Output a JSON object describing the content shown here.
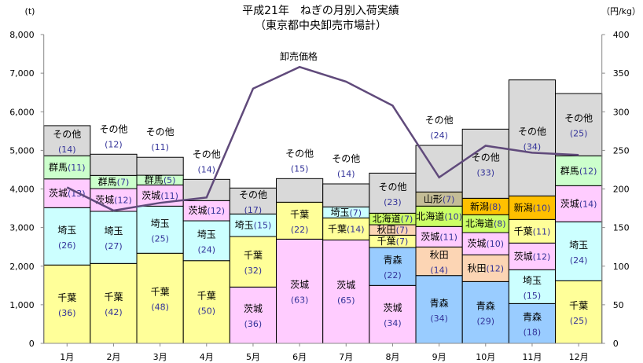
{
  "chart_data": {
    "type": "bar",
    "title": "平成21年　ねぎの月別入荷実績",
    "subtitle": "（東京都中央卸売市場計）",
    "ylabel": "(t)",
    "y2label": "（円/kg）",
    "ylim": [
      0,
      8000
    ],
    "y2lim": [
      0,
      400
    ],
    "yticks": [
      "0",
      "1,000",
      "2,000",
      "3,000",
      "4,000",
      "5,000",
      "6,000",
      "7,000",
      "8,000"
    ],
    "y2ticks": [
      "0",
      "50",
      "100",
      "150",
      "200",
      "250",
      "300",
      "350",
      "400"
    ],
    "categories": [
      "1月",
      "2月",
      "3月",
      "4月",
      "5月",
      "6月",
      "7月",
      "8月",
      "9月",
      "10月",
      "11月",
      "12月"
    ],
    "colors": {
      "千葉": "#FFFF99",
      "埼玉": "#CCFFFF",
      "茨城": "#FFCCFF",
      "群馬": "#CCFFCC",
      "その他": "#D9D9D9",
      "青森": "#99CCFF",
      "秋田": "#FCD5B4",
      "北海道": "#CCFF66",
      "山形": "#C4BD97",
      "新潟": "#FFC000",
      "line": "#604A7B"
    },
    "bars": [
      [
        {
          "n": "千葉",
          "v": 2030,
          "pct": "(36)",
          "s": "stack"
        },
        {
          "n": "埼玉",
          "v": 1485,
          "pct": "(26)",
          "s": "stack"
        },
        {
          "n": "茨城",
          "v": 745,
          "pct": "(13)",
          "s": "inline"
        },
        {
          "n": "群馬",
          "v": 600,
          "pct": "(11)",
          "s": "inline"
        },
        {
          "n": "その他",
          "v": 780,
          "pct": "(14)",
          "s": "stack"
        }
      ],
      [
        {
          "n": "千葉",
          "v": 2070,
          "pct": "(42)",
          "s": "stack"
        },
        {
          "n": "埼玉",
          "v": 1350,
          "pct": "(27)",
          "s": "stack"
        },
        {
          "n": "茨城",
          "v": 590,
          "pct": "(12)",
          "s": "inline"
        },
        {
          "n": "群馬",
          "v": 340,
          "pct": "(7)",
          "s": "inline"
        },
        {
          "n": "その他",
          "v": 550,
          "pct": "(12)",
          "s": "above"
        }
      ],
      [
        {
          "n": "千葉",
          "v": 2335,
          "pct": "(48)",
          "s": "stack"
        },
        {
          "n": "埼玉",
          "v": 1220,
          "pct": "(25)",
          "s": "stack"
        },
        {
          "n": "茨城",
          "v": 550,
          "pct": "(11)",
          "s": "inline"
        },
        {
          "n": "群馬",
          "v": 250,
          "pct": "(5)",
          "s": "inline"
        },
        {
          "n": "その他",
          "v": 465,
          "pct": "(11)",
          "s": "above"
        }
      ],
      [
        {
          "n": "千葉",
          "v": 2143,
          "pct": "(50)",
          "s": "stack"
        },
        {
          "n": "埼玉",
          "v": 1032,
          "pct": "(24)",
          "s": "stack"
        },
        {
          "n": "茨城",
          "v": 523,
          "pct": "(12)",
          "s": "inline"
        },
        {
          "n": "その他",
          "v": 550,
          "pct": "(14)",
          "s": "above"
        }
      ],
      [
        {
          "n": "茨城",
          "v": 1459,
          "pct": "(36)",
          "s": "stack"
        },
        {
          "n": "千葉",
          "v": 1309,
          "pct": "(32)",
          "s": "stack"
        },
        {
          "n": "埼玉",
          "v": 584,
          "pct": "(15)",
          "s": "inline"
        },
        {
          "n": "その他",
          "v": 672,
          "pct": "(17)",
          "s": "stack"
        }
      ],
      [
        {
          "n": "茨城",
          "v": 2700,
          "pct": "(63)",
          "s": "stack"
        },
        {
          "n": "千葉",
          "v": 957,
          "pct": "(22)",
          "s": "stack"
        },
        {
          "n": "その他",
          "v": 611,
          "pct": "(15)",
          "s": "above"
        }
      ],
      [
        {
          "n": "茨城",
          "v": 2680,
          "pct": "(65)",
          "s": "stack"
        },
        {
          "n": "千葉",
          "v": 570,
          "pct": "(14)",
          "s": "inline"
        },
        {
          "n": "埼玉",
          "v": 285,
          "pct": "(7)",
          "s": "inline"
        },
        {
          "n": "その他",
          "v": 597,
          "pct": "(14)",
          "s": "above"
        }
      ],
      [
        {
          "n": "茨城",
          "v": 1500,
          "pct": "(34)",
          "s": "stack"
        },
        {
          "n": "青森",
          "v": 983,
          "pct": "(22)",
          "s": "stack"
        },
        {
          "n": "千葉",
          "v": 319,
          "pct": "(7)",
          "s": "inline"
        },
        {
          "n": "秋田",
          "v": 271,
          "pct": "(7)",
          "s": "inline"
        },
        {
          "n": "北海道",
          "v": 299,
          "pct": "(7)",
          "s": "inline"
        },
        {
          "n": "その他",
          "v": 1038,
          "pct": "(23)",
          "s": "stack"
        }
      ],
      [
        {
          "n": "青森",
          "v": 1757,
          "pct": "(34)",
          "s": "stack"
        },
        {
          "n": "秋田",
          "v": 740,
          "pct": "(14)",
          "s": "stack"
        },
        {
          "n": "茨城",
          "v": 530,
          "pct": "(11)",
          "s": "inline"
        },
        {
          "n": "北海道",
          "v": 529,
          "pct": "(10)",
          "s": "inline"
        },
        {
          "n": "山形",
          "v": 366,
          "pct": "(7)",
          "s": "inline"
        },
        {
          "n": "その他",
          "v": 1207,
          "pct": "(24)",
          "s": "above"
        }
      ],
      [
        {
          "n": "青森",
          "v": 1601,
          "pct": "(29)",
          "s": "stack"
        },
        {
          "n": "秋田",
          "v": 692,
          "pct": "(12)",
          "s": "inline"
        },
        {
          "n": "茨城",
          "v": 577,
          "pct": "(10)",
          "s": "inline"
        },
        {
          "n": "北海道",
          "v": 462,
          "pct": "(8)",
          "s": "inline"
        },
        {
          "n": "新潟",
          "v": 427,
          "pct": "(8)",
          "s": "inline"
        },
        {
          "n": "その他",
          "v": 1791,
          "pct": "(33)",
          "s": "stack"
        }
      ],
      [
        {
          "n": "青森",
          "v": 1031,
          "pct": "(18)",
          "s": "stack"
        },
        {
          "n": "埼玉",
          "v": 876,
          "pct": "(15)",
          "s": "stack"
        },
        {
          "n": "茨城",
          "v": 692,
          "pct": "(12)",
          "s": "inline"
        },
        {
          "n": "千葉",
          "v": 611,
          "pct": "(11)",
          "s": "inline"
        },
        {
          "n": "新潟",
          "v": 610,
          "pct": "(10)",
          "s": "inline"
        },
        {
          "n": "その他",
          "v": 3005,
          "pct": "(34)",
          "s": "stack"
        }
      ],
      [
        {
          "n": "千葉",
          "v": 1622,
          "pct": "(25)",
          "s": "stack"
        },
        {
          "n": "埼玉",
          "v": 1527,
          "pct": "(24)",
          "s": "stack"
        },
        {
          "n": "茨城",
          "v": 936,
          "pct": "(14)",
          "s": "inline"
        },
        {
          "n": "群馬",
          "v": 773,
          "pct": "(12)",
          "s": "inline"
        },
        {
          "n": "その他",
          "v": 1614,
          "pct": "(25)",
          "s": "stack"
        }
      ]
    ],
    "line": {
      "name": "卸売価格",
      "values": [
        202,
        172,
        182,
        189,
        330,
        358,
        339,
        308,
        215,
        256,
        247,
        244
      ]
    }
  }
}
